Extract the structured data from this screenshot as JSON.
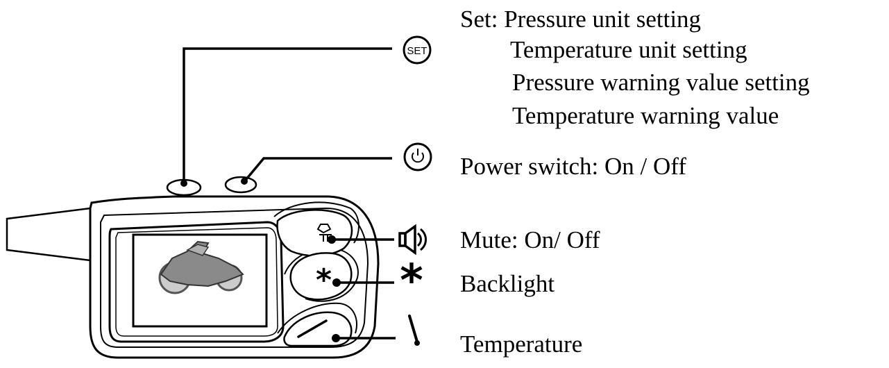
{
  "callouts": {
    "set": {
      "icon_name": "set-button-icon",
      "icon_text": "SET",
      "label": "Set: Pressure unit setting",
      "sub_items": [
        "Temperature unit setting",
        "Pressure warning value setting",
        "Temperature warning value"
      ]
    },
    "power": {
      "icon_name": "power-icon",
      "label": "Power switch: On / Off"
    },
    "mute": {
      "icon_name": "speaker-mute-icon",
      "label": "Mute: On/ Off"
    },
    "backlight": {
      "icon_name": "asterisk-icon",
      "label": "Backlight"
    },
    "temperature": {
      "icon_name": "thermometer-icon",
      "label": "Temperature"
    }
  },
  "device": {
    "screen_image": "motorcycle-silhouette"
  },
  "colors": {
    "ink": "#000000",
    "body": "#ffffff",
    "screen_bg": "#ffffff",
    "bike": "#8a8a8a"
  }
}
